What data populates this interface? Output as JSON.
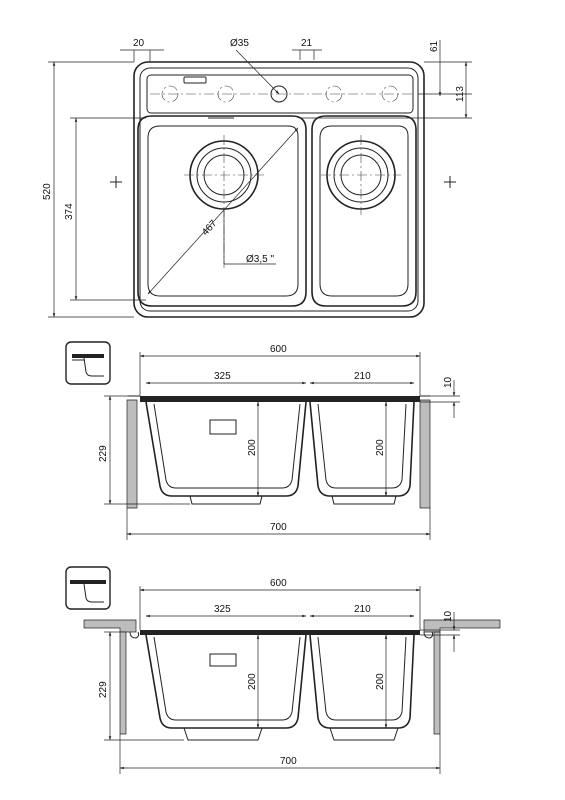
{
  "top_view": {
    "dim_20": "20",
    "dim_d35": "Ø35",
    "dim_21": "21",
    "dim_61": "61",
    "dim_113": "113",
    "dim_520": "520",
    "dim_374": "374",
    "dim_467": "467",
    "dim_d35_inch": "Ø3,5 \""
  },
  "section_1": {
    "dim_600": "600",
    "dim_325": "325",
    "dim_210": "210",
    "dim_10": "10",
    "dim_229": "229",
    "dim_200_left": "200",
    "dim_200_right": "200",
    "dim_700": "700"
  },
  "section_2": {
    "dim_600": "600",
    "dim_325": "325",
    "dim_210": "210",
    "dim_10": "10",
    "dim_229": "229",
    "dim_200_left": "200",
    "dim_200_right": "200",
    "dim_700": "700"
  }
}
